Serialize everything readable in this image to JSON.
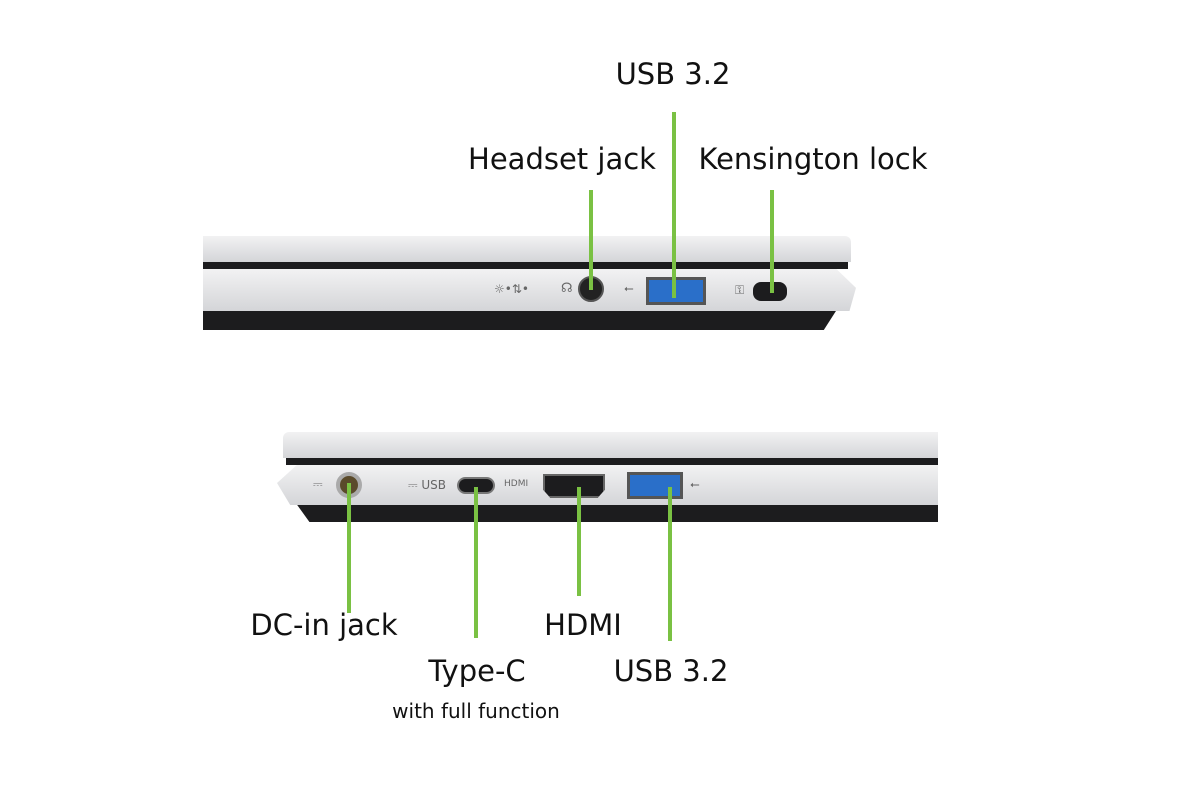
{
  "top_view": {
    "labels": {
      "usb": "USB 3.2",
      "headset": "Headset jack",
      "kensington": "Kensington lock"
    }
  },
  "bottom_view": {
    "labels": {
      "dc": "DC-in jack",
      "typec": "Type-C",
      "typec_sub": "with full function",
      "hdmi": "HDMI",
      "usb": "USB 3.2"
    }
  },
  "colors": {
    "callout": "#7ac143",
    "usb_port": "#2a6fc9"
  }
}
